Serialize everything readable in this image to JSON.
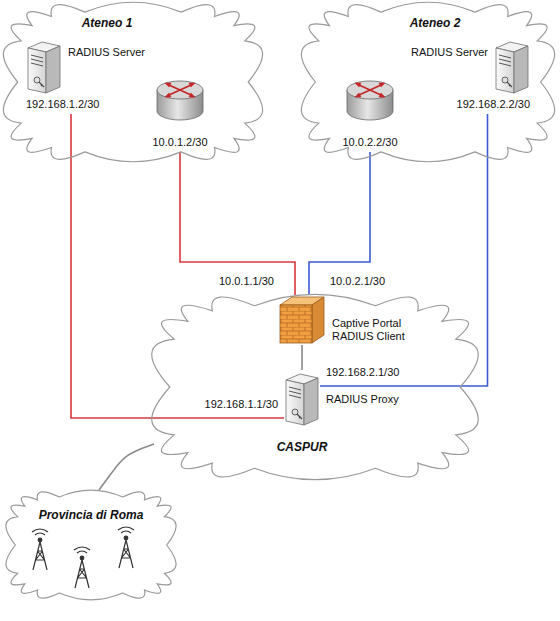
{
  "diagram": {
    "nodes": [
      {
        "text": [
          "Ateneo 1"
        ]
      },
      {
        "text": [
          "RADIUS Server",
          "192.168.1.2/30"
        ],
        "in": 0
      },
      {
        "text": [
          "10.0.1.2/30"
        ],
        "in": 0
      },
      {
        "text": [
          "Ateneo 2"
        ]
      },
      {
        "text": [
          "10.0.2.2/30"
        ],
        "in": 3
      },
      {
        "text": [
          "RADIUS Server",
          "192.168.2.2/30"
        ],
        "in": 3
      },
      {
        "text": [
          "CASPUR"
        ]
      },
      {
        "text": [
          "Captive Portal RADIUS Client",
          "10.0.1.1/30",
          "10.0.2.1/30"
        ],
        "in": 6
      },
      {
        "text": [
          "192.168.1.1/30",
          "192.168.2.1/30",
          "RADIUS Proxy"
        ],
        "in": 6
      },
      {
        "text": [
          "Provincia di Roma"
        ]
      }
    ],
    "edges": [
      {
        "from": 1,
        "to": 8,
        "arrow": "none"
      },
      {
        "from": 2,
        "to": 7,
        "arrow": "none"
      },
      {
        "from": 4,
        "to": 7,
        "arrow": "none"
      },
      {
        "from": 5,
        "to": 8,
        "arrow": "none"
      },
      {
        "from": 7,
        "to": 8,
        "arrow": "none"
      },
      {
        "from": 6,
        "to": 9,
        "arrow": "none"
      }
    ]
  }
}
